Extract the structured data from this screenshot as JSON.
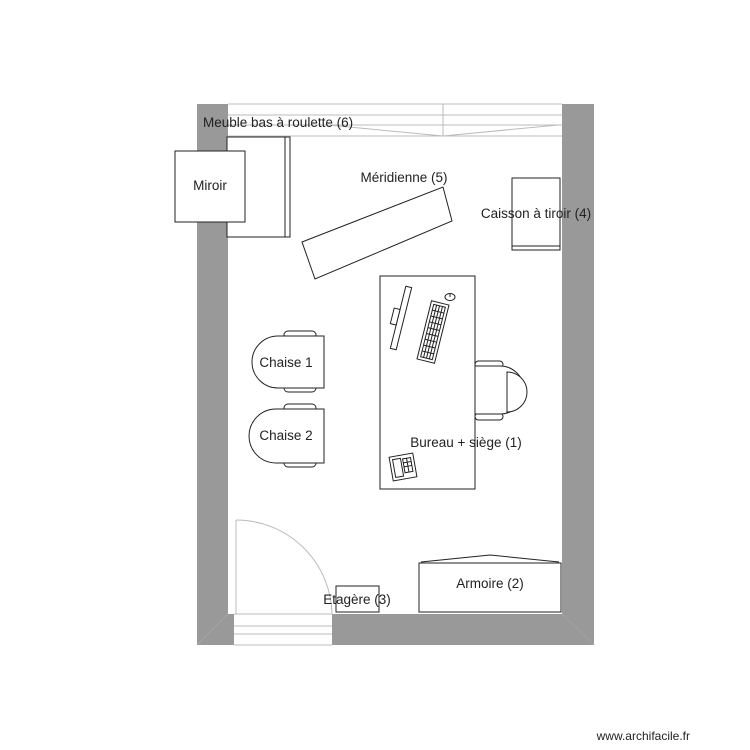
{
  "labels": {
    "meuble": "Meuble bas à roulette (6)",
    "miroir": "Miroir",
    "meridienne": "Méridienne (5)",
    "caisson": "Caisson à tiroir (4)",
    "chaise1": "Chaise 1",
    "chaise2": "Chaise 2",
    "bureau": "Bureau + siège (1)",
    "armoire": "Armoire (2)",
    "etagere": "Etagère (3)"
  },
  "watermark": "www.archifacile.fr",
  "colors": {
    "wall": "#999999",
    "stroke": "#222222",
    "window": "#bbbbbb",
    "background": "#ffffff"
  }
}
